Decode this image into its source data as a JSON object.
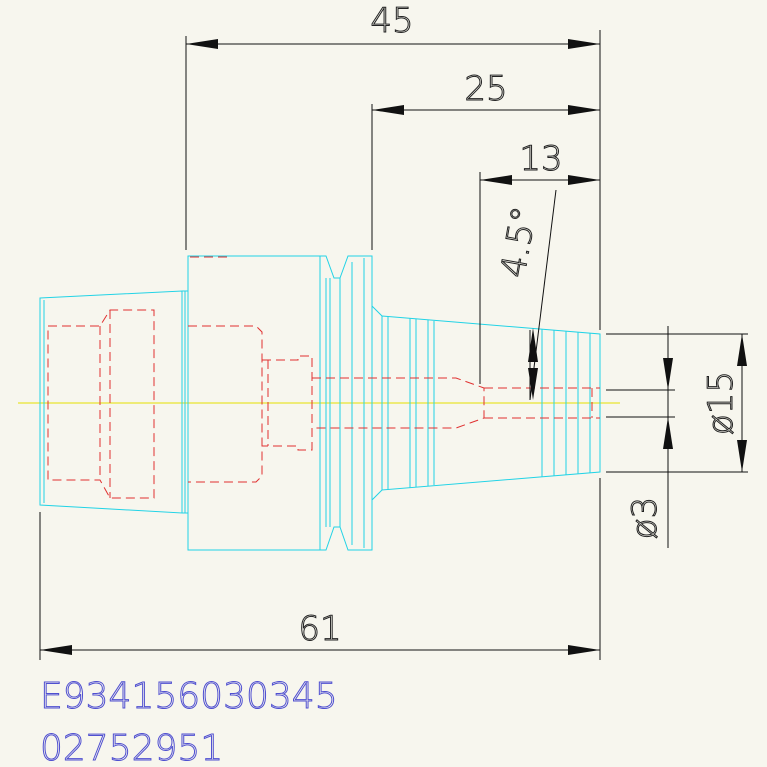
{
  "dimensions": {
    "top_width": "45",
    "upper_width": "25",
    "nose_width": "13",
    "taper_angle": "4.5°",
    "bottom_length": "61",
    "nose_diameter": "ø15",
    "bore_diameter": "ø3"
  },
  "part_codes": {
    "line1": "E934156030345",
    "line2": "02752951"
  },
  "colors": {
    "background": "#f7f6ee",
    "outline": "#22d3e6",
    "hidden": "#e03030",
    "centerline": "#e6e000",
    "dimension": "#111111",
    "code": "#4f4fd0"
  }
}
